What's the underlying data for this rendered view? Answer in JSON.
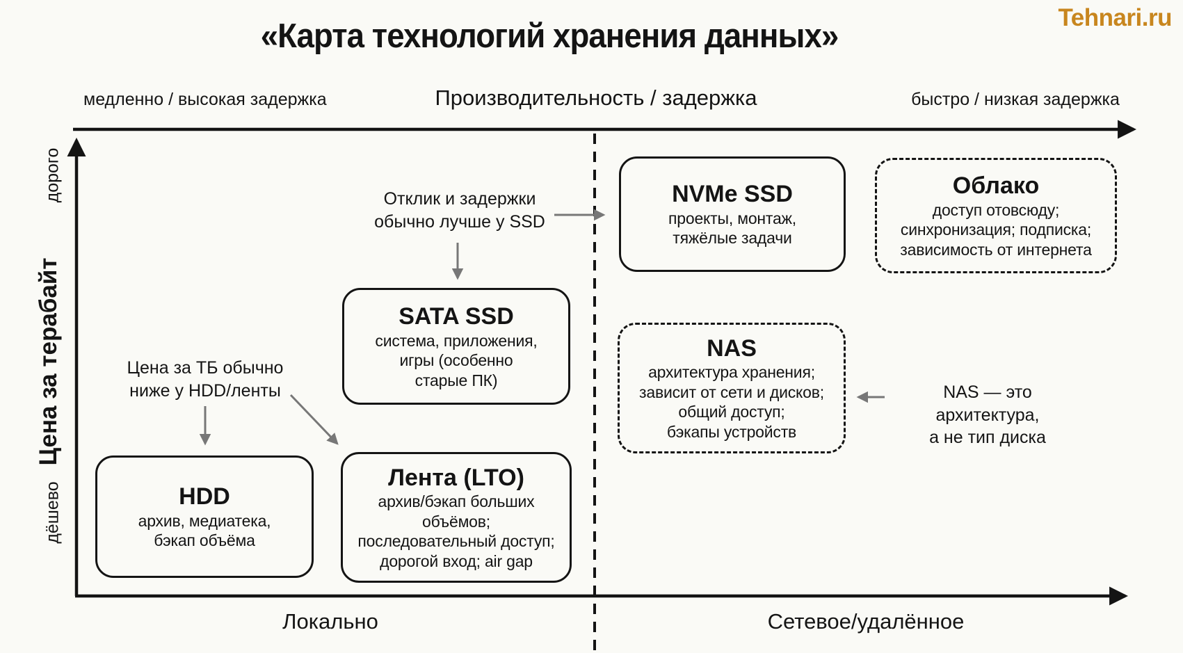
{
  "page": {
    "title": "«Карта технологий хранения данных»",
    "logo": "Tehnari.ru"
  },
  "colors": {
    "background": "#FAFAF6",
    "ink": "#141414",
    "logo_orange": "#C8861E",
    "annotation_arrow_gray": "#777777"
  },
  "axes": {
    "x_axis": {
      "label": "Производительность / задержка",
      "left_label": "медленно / высокая задержка",
      "right_label": "быстро / низкая задержка"
    },
    "y_axis": {
      "label": "Цена за терабайт",
      "top_label": "дорого",
      "bottom_label": "дёшево"
    },
    "zones": {
      "left": "Локально",
      "right": "Сетевое/удалённое"
    }
  },
  "nodes": [
    {
      "id": "nvme-ssd",
      "style": "solid",
      "title": "NVMe SSD",
      "body": "проекты, монтаж,\nтяжёлые задачи"
    },
    {
      "id": "cloud",
      "style": "dashed",
      "title": "Облако",
      "body": "доступ отовсюду;\nсинхронизация; подписка;\nзависимость от интернета"
    },
    {
      "id": "sata-ssd",
      "style": "solid",
      "title": "SATA SSD",
      "body": "система, приложения,\nигры (особенно\nстарые ПК)"
    },
    {
      "id": "nas",
      "style": "dashed",
      "title": "NAS",
      "body": "архитектура хранения;\nзависит от сети и дисков;\nобщий доступ;\nбэкапы устройств"
    },
    {
      "id": "hdd",
      "style": "solid",
      "title": "HDD",
      "body": "архив, медиатека,\nбэкап объёма"
    },
    {
      "id": "tape-lto",
      "style": "solid",
      "title": "Лента (LTO)",
      "body": "архив/бэкап больших\nобъёмов;\nпоследовательный доступ;\nдорогой вход; air gap"
    }
  ],
  "annotations": [
    {
      "id": "ssd-latency",
      "text": "Отклик и задержки\nобычно лучше у SSD"
    },
    {
      "id": "price-per-tb",
      "text": "Цена за ТБ обычно\nниже у HDD/ленты"
    },
    {
      "id": "nas-architecture",
      "text": "NAS — это архитектура,\nа не тип диска"
    }
  ]
}
